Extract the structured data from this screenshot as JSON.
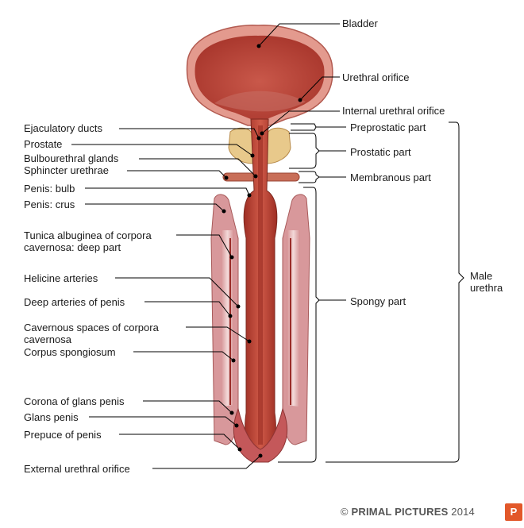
{
  "labels": {
    "bladder": "Bladder",
    "urethral_orifice": "Urethral orifice",
    "internal_urethral_orifice": "Internal urethral orifice",
    "preprostatic_part": "Preprostatic part",
    "prostatic_part": "Prostatic part",
    "membranous_part": "Membranous part",
    "spongy_part": "Spongy part",
    "male_urethra_1": "Male",
    "male_urethra_2": "urethra",
    "ejaculatory_ducts": "Ejaculatory ducts",
    "prostate": "Prostate",
    "bulbourethral_glands": "Bulbourethral glands",
    "sphincter_urethrae": "Sphincter urethrae",
    "penis_bulb": "Penis: bulb",
    "penis_crus": "Penis: crus",
    "tunica_1": "Tunica albuginea of corpora",
    "tunica_2": "cavernosa: deep part",
    "helicine_arteries": "Helicine arteries",
    "deep_arteries": "Deep arteries of penis",
    "cavernous_1": "Cavernous spaces of corpora",
    "cavernous_2": "cavernosa",
    "corpus_spongiosum": "Corpus spongiosum",
    "corona": "Corona of glans penis",
    "glans": "Glans penis",
    "prepuce": "Prepuce of penis",
    "external_orifice": "External urethral orifice"
  },
  "copyright": {
    "symbol": "©",
    "brand": "PRIMAL PICTURES",
    "year": "2014",
    "logo_text": "P"
  },
  "colors": {
    "bladder_wall": "#d9827a",
    "bladder_lumen": "#b8463a",
    "prostate": "#e9c98a",
    "spongiosum": "#c2463a",
    "cavernosa": "#e3a9a9",
    "cavernosa_inner": "#f2d6d6",
    "leader_line": "#000000"
  }
}
